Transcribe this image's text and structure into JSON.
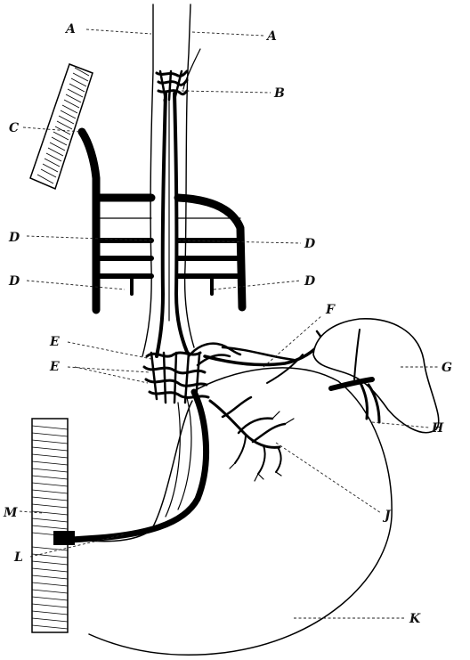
{
  "labels": {
    "A_left": "A",
    "A_right": "A",
    "B": "B",
    "C": "C",
    "D_1": "D",
    "D_2": "D",
    "D_3": "D",
    "D_4": "D",
    "E_1": "E",
    "E_2": "E",
    "F": "F",
    "G": "G",
    "H": "H",
    "J": "J",
    "K": "K",
    "L": "L",
    "M": "M"
  },
  "colors": {
    "ink": "#000000",
    "paper": "#ffffff"
  }
}
